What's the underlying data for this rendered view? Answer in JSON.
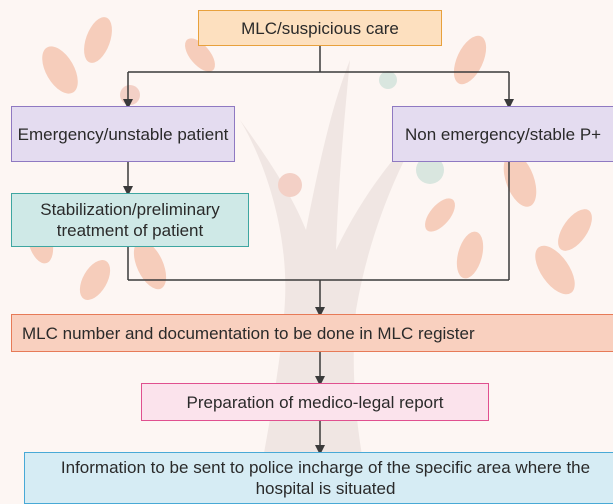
{
  "flowchart": {
    "start": "MLC/suspicious care",
    "emergency": "Emergency/unstable patient",
    "non_emergency": "Non emergency/stable P+",
    "stabilization": "Stabilization/preliminary treatment of patient",
    "mlc_number": "MLC number and documentation to be done in MLC register",
    "report": "Preparation of medico-legal report",
    "police": "Information to be sent to police incharge of the specific area where the hospital is situated"
  },
  "colors": {
    "connector": "#3a3a3a",
    "start_fill": "#fde0bf",
    "emergency_fill": "#e4dcf0",
    "stabilization_fill": "#cfe9e7",
    "mlc_fill": "#f9d0bf",
    "report_fill": "#fbe3ec",
    "police_fill": "#d6ecf4"
  }
}
